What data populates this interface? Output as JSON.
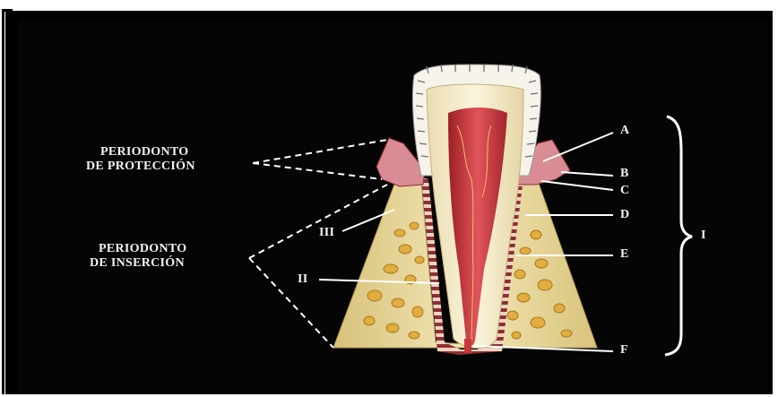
{
  "diagram": {
    "labels": {
      "periodonto_proteccion_line1": "PERIODONTO",
      "periodonto_proteccion_line2": "DE PROTECCIÓN",
      "periodonto_insercion_line1": "PERIODONTO",
      "periodonto_insercion_line2": "DE INSERCIÓN",
      "a": "A",
      "b": "B",
      "c": "C",
      "d": "D",
      "e": "E",
      "f": "F",
      "i": "I",
      "ii": "II",
      "iii": "III"
    },
    "colors": {
      "background": "#050505",
      "enamel": "#f4f1e6",
      "dentin": "#f2e7c4",
      "pulp": "#c8383a",
      "gingiva": "#d98c93",
      "bone": "#efe2ad",
      "bone_cavity": "#e6b34a",
      "ligament": "#8e2f34",
      "label_text": "#f2f2f2"
    }
  }
}
